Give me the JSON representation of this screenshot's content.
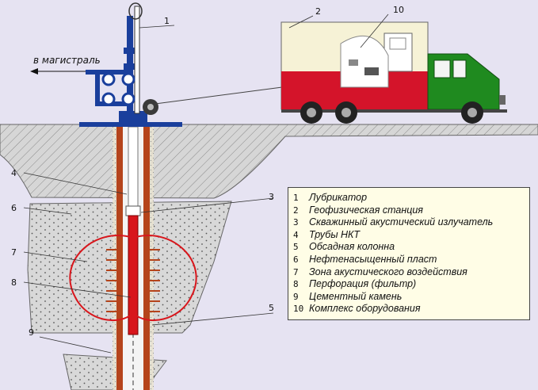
{
  "arrow_label": "в магистраль",
  "callouts": [
    "1",
    "2",
    "10",
    "4",
    "3",
    "6",
    "7",
    "8",
    "5",
    "9"
  ],
  "legend": {
    "items": [
      {
        "num": "1",
        "text": "Лубрикатор"
      },
      {
        "num": "2",
        "text": "Геофизическая станция"
      },
      {
        "num": "3",
        "text": "Скважинный акустический излучатель"
      },
      {
        "num": "4",
        "text": "Трубы НКТ"
      },
      {
        "num": "5",
        "text": "Обсадная колонна"
      },
      {
        "num": "6",
        "text": "Нефтенасыщенный пласт"
      },
      {
        "num": "7",
        "text": "Зона акустического воздействия"
      },
      {
        "num": "8",
        "text": "Перфорация (фильтр)"
      },
      {
        "num": "9",
        "text": "Цементный камень"
      },
      {
        "num": "10",
        "text": "Комплекс оборудования"
      }
    ]
  },
  "colors": {
    "background": "#e6e3f2",
    "ground": "#d4d4d4",
    "casing": "#b5441b",
    "truck_cab": "#1f8a1f",
    "truck_stripe": "#d4142a",
    "truck_body": "#f6f2d6",
    "wellhead": "#1a3f9c",
    "acoustic_zone": "#d8161c"
  }
}
